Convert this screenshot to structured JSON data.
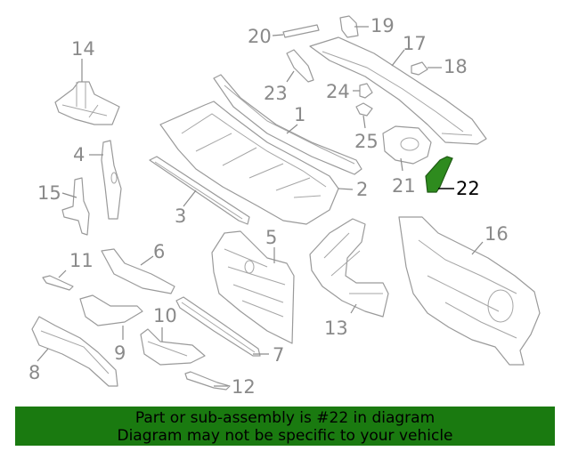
{
  "diagram": {
    "callouts": [
      "1",
      "2",
      "3",
      "4",
      "5",
      "6",
      "7",
      "8",
      "9",
      "10",
      "11",
      "12",
      "13",
      "14",
      "15",
      "16",
      "17",
      "18",
      "19",
      "20",
      "21",
      "22",
      "23",
      "24",
      "25"
    ],
    "highlighted_part": "22",
    "highlight_color": "#2e8b1e",
    "banner_color": "#1a7a10"
  },
  "banner": {
    "line1": "Part or sub-assembly is #22 in diagram",
    "line2": "Diagram may not be specific to your vehicle"
  }
}
